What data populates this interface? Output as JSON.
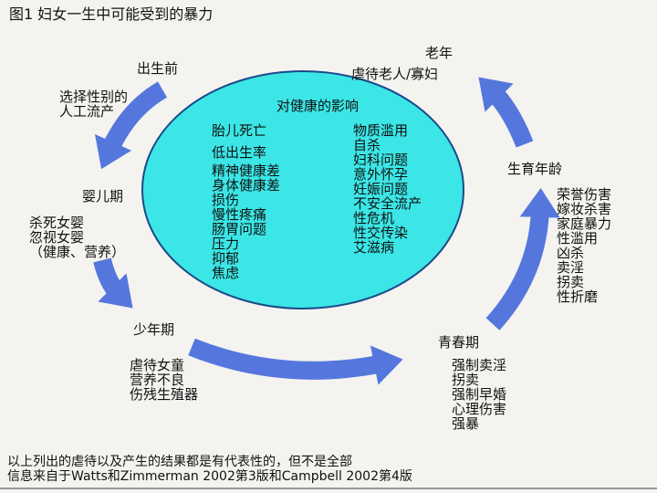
{
  "title": "图1 妇女一生中可能受到的暴力",
  "center": {
    "heading": "对健康的影响",
    "left": [
      "胎儿死亡",
      "低出生率",
      "精神健康差",
      "身体健康差",
      "损伤",
      "慢性疼痛",
      "肠胃问题",
      "压力",
      "抑郁",
      "焦虑"
    ],
    "right": [
      "物质滥用",
      "自杀",
      "妇科问题",
      "意外怀孕",
      "妊娠问题",
      "不安全流产",
      "性危机",
      "性交传染",
      "艾滋病"
    ]
  },
  "stages": {
    "prenatal": {
      "label": "出生前",
      "items": [
        "选择性别的",
        "人工流产"
      ]
    },
    "infancy": {
      "label": "婴儿期",
      "items": [
        "杀死女婴",
        "忽视女婴",
        "（健康、营养）"
      ]
    },
    "childhood": {
      "label": "少年期",
      "items": [
        "虐待女童",
        "营养不良",
        "伤残生殖器"
      ]
    },
    "adolescence": {
      "label": "青春期",
      "items": [
        "强制卖淫",
        "拐卖",
        "强制早婚",
        "心理伤害",
        "强暴"
      ]
    },
    "reproductive": {
      "label": "生育年龄",
      "items": [
        "荣誉伤害",
        "嫁妆杀害",
        "家庭暴力",
        "性滥用",
        "凶杀",
        "卖淫",
        "拐卖",
        "性折磨"
      ]
    },
    "elderly": {
      "label": "老年",
      "items": [
        "虐待老人/寡妇"
      ]
    }
  },
  "footer": [
    "以上列出的虐待以及产生的结果都是有代表性的，但不是全部",
    "信息来自于Watts和Zimmerman 2002第3版和Campbell 2002第4版"
  ],
  "colors": {
    "ellipse": "#3ce6e6",
    "arrow": "#5577dd"
  }
}
